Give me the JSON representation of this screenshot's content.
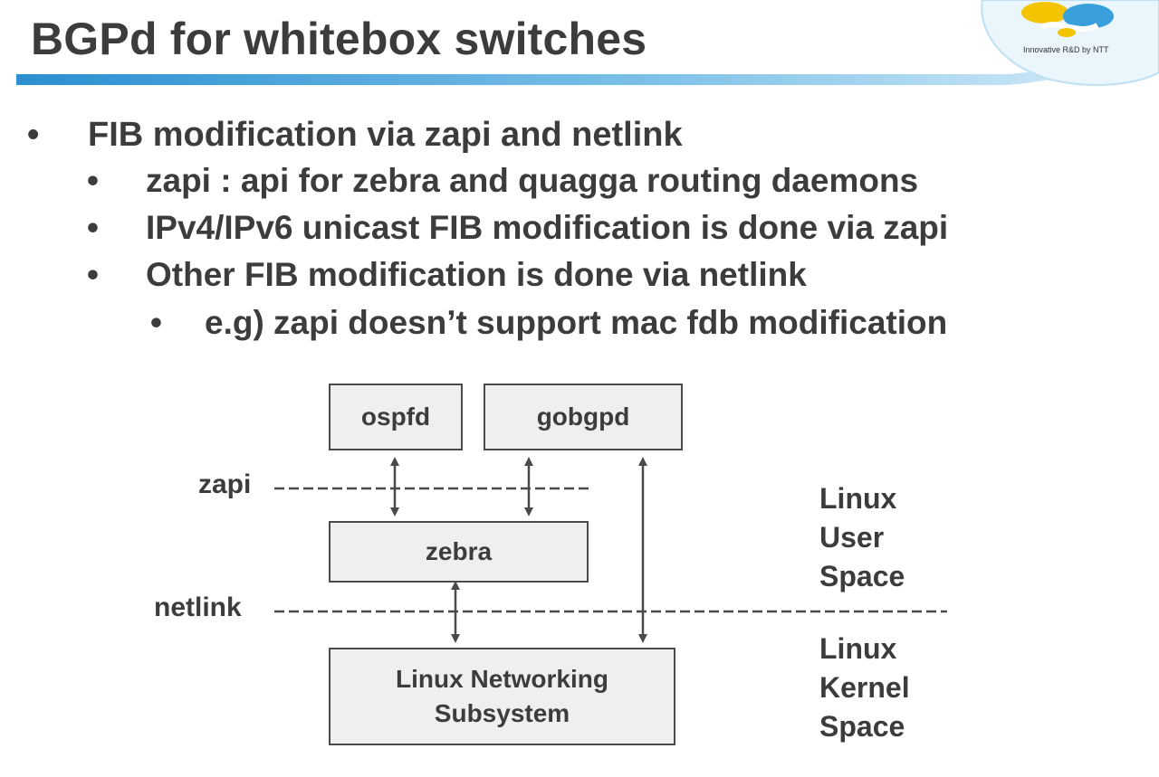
{
  "slide": {
    "title": "BGPd for whitebox switches",
    "logo_text": "Innovative R&D by NTT"
  },
  "bullets": {
    "b1": "FIB modification via zapi and netlink",
    "b1_1": "zapi : api for zebra and quagga routing daemons",
    "b1_2": "IPv4/IPv6 unicast FIB modification is done via zapi",
    "b1_3": "Other FIB modification is done via netlink",
    "b1_3_1": "e.g) zapi doesn’t support mac fdb modification",
    "marker": "•"
  },
  "diagram": {
    "boxes": {
      "ospfd": "ospfd",
      "gobgpd": "gobgpd",
      "zebra": "zebra",
      "kernel_line1": "Linux Networking",
      "kernel_line2": "Subsystem"
    },
    "interfaces": {
      "zapi": "zapi",
      "netlink": "netlink"
    },
    "regions": {
      "user": [
        "Linux",
        "User",
        "Space"
      ],
      "kernel": [
        "Linux",
        "Kernel",
        "Space"
      ]
    }
  },
  "colors": {
    "text": "#3c3c3c",
    "box_fill": "#efefef",
    "box_border": "#4a4a4a",
    "header_accent": "#2b8fd0"
  }
}
